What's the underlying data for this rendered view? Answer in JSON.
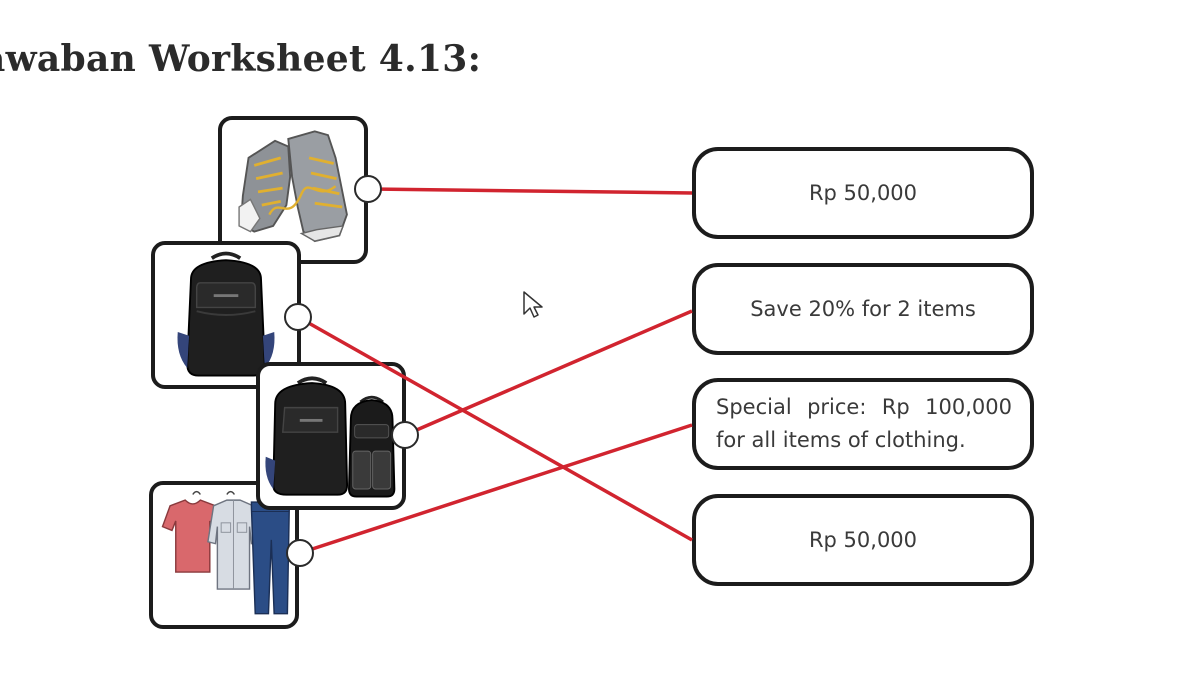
{
  "title": "awaban Worksheet 4.13:",
  "items": [
    {
      "name": "sneakers"
    },
    {
      "name": "backpack"
    },
    {
      "name": "two backpacks"
    },
    {
      "name": "clothing"
    }
  ],
  "answers": [
    {
      "text": "Rp 50,000"
    },
    {
      "text": "Save 20% for 2 items"
    },
    {
      "text": "Special price: Rp 100,000 for all items of clothing."
    },
    {
      "text": "Rp 50,000"
    }
  ],
  "matches": [
    {
      "item": "sneakers",
      "answer": "Rp 50,000"
    },
    {
      "item": "backpack",
      "answer": "Rp 50,000"
    },
    {
      "item": "two backpacks",
      "answer": "Save 20% for 2 items"
    },
    {
      "item": "clothing",
      "answer": "Special price: Rp 100,000 for all items of clothing."
    }
  ],
  "colors": {
    "line": "#d1242f",
    "border": "#1c1c1c"
  }
}
